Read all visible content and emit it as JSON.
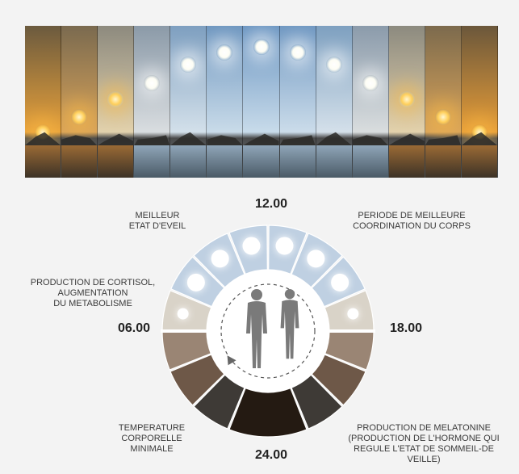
{
  "times": {
    "noon": "12.00",
    "morning": "06.00",
    "evening": "18.00",
    "midnight": "24.00"
  },
  "annotations": {
    "best_alertness": [
      "MEILLEUR",
      "ETAT D'EVEIL"
    ],
    "best_coordination": [
      "PERIODE DE MEILLEURE",
      "COORDINATION DU CORPS"
    ],
    "cortisol": [
      "PRODUCTION DE CORTISOL,",
      "AUGMENTATION",
      "DU METABOLISME"
    ],
    "temperature": [
      "TEMPERATURE",
      "CORPORELLE",
      "MINIMALE"
    ],
    "melatonin": [
      "PRODUCTION DE MELATONINE",
      "(PRODUCTION DE L'HORMONE QUI",
      "REGULE L'ETAT DE SOMMEIL-DE",
      "VEILLE)"
    ]
  },
  "colors": {
    "day_segment": "#bfd0e2",
    "dawn_segment": "#d9d3c8",
    "night_light": "#9a8574",
    "night_mid": "#6e5848",
    "night_dark": "#3e3a36",
    "night_darkest": "#241a12",
    "center": "#ffffff",
    "figures": "#7a7a7a"
  },
  "icons": [
    "sun-icon",
    "human-figures-icon",
    "cycle-arrow-icon"
  ]
}
